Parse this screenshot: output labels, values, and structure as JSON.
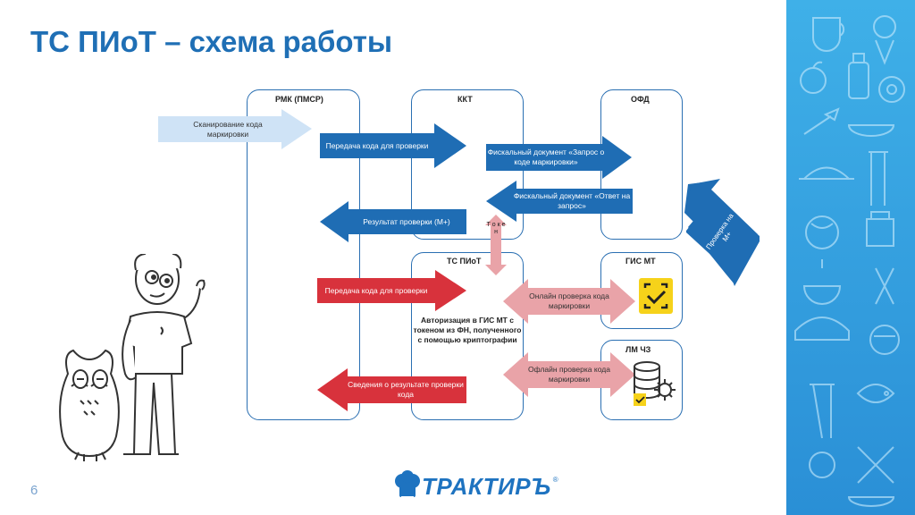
{
  "slide": {
    "title": "ТС ПИоТ – схема работы",
    "page_number": "6"
  },
  "columns": {
    "rmk": "РМК (ПМСР)",
    "kkt": "ККТ",
    "ofd": "ОФД",
    "tspiot": "ТС ПИоТ",
    "gismt": "ГИС МТ",
    "lmchz": "ЛМ ЧЗ"
  },
  "arrows": {
    "scan": "Сканирование кода маркировки",
    "send_kkt": "Передача кода для проверки",
    "fiscal_request": "Фискальный документ «Запрос о коде маркировки»",
    "fiscal_answer": "Фискальный документ «Ответ на запрос»",
    "check_result": "Результат проверки (М+)",
    "send_tspiot": "Передача кода для проверки",
    "online_check": "Онлайн проверка кода маркировки",
    "offline_check": "Офлайн проверка кода маркировки",
    "result_info": "Сведения о результате проверки кода",
    "token": "Т о к е н",
    "check_mplus": "Проверка на М+"
  },
  "center_text": "Авторизация в ГИС МТ с токеном из ФН, полученного с помощью криптографии",
  "logo": {
    "word": "ТРАКТИРЪ",
    "reg": "®"
  },
  "colors": {
    "title": "#1f6fb5",
    "blue_arrow": "#1f6db4",
    "light_arrow": "#cfe3f6",
    "pink_arrow": "#e9a3a8",
    "red_arrow": "#d8323c",
    "sidebar": "#3fb0e8",
    "check_yellow": "#f6d21a"
  },
  "icons": [
    "character-man",
    "character-owl",
    "scan-check-icon",
    "database-gear-icon",
    "chef-hat-icon",
    "food-pattern"
  ]
}
